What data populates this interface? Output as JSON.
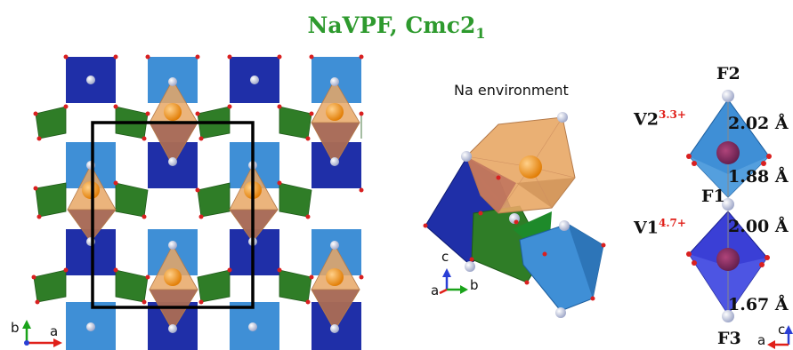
{
  "figure": {
    "title": "NaVPF, Cmc2",
    "title_subscript": "1",
    "na_environment_label": "Na environment",
    "axes": {
      "panel1": {
        "up": "b",
        "right": "a"
      },
      "panel2": {
        "up": "c",
        "left": "a",
        "right": "b"
      },
      "panel3": {
        "up": "c",
        "left": "a"
      }
    },
    "sites": {
      "F2": "F2",
      "F1": "F1",
      "F3": "F3",
      "V2": "V2",
      "V2_oxidation": "3.3+",
      "V1": "V1",
      "V1_oxidation": "4.7+"
    },
    "bonds": {
      "b1": "2.02 Å",
      "b2": "1.88 Å",
      "b3": "2.00 Å",
      "b4": "1.67 Å"
    },
    "colors": {
      "title": "#2e9a2e",
      "oxidation": "#e0201a",
      "v_dark": "#1f2fa8",
      "v_light": "#3f8fd6",
      "p_tetra": "#2f7d27",
      "na_poly": "#e8a765",
      "na_atom": "#f28c14",
      "f_atom": "#b9bfd8",
      "o_atom": "#d92020",
      "axis_b": "#1aa31a",
      "axis_a": "#e0201a",
      "axis_c": "#2a3fd6"
    }
  }
}
